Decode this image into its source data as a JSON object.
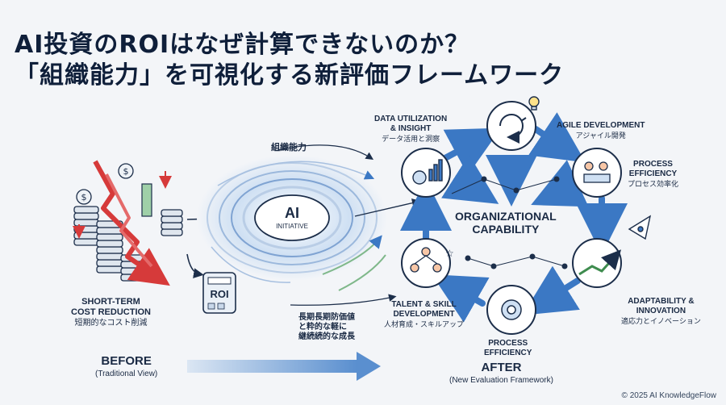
{
  "title": {
    "line1": "AI投資のROIはなぜ計算できないのか？",
    "line2": "「組織能力」を可視化する新評価フレームワーク"
  },
  "left": {
    "cost_reduction_en_1": "SHORT-TERM",
    "cost_reduction_en_2": "COST REDUCTION",
    "cost_reduction_jp": "短期的なコスト削減",
    "roi_label": "ROI",
    "before_label": "BEFORE",
    "before_sub": "(Traditional View)"
  },
  "center": {
    "ai_label": "AI",
    "initiative_label": "INITIATIVE",
    "org_ability_jp": "組織能力",
    "longterm_jp_1": "長期長期防価値",
    "longterm_jp_2": "と粋的な軽に",
    "longterm_jp_3": "継続続的な成長"
  },
  "right": {
    "hub_1": "ORGANIZATIONAL",
    "hub_2": "CAPABILITY",
    "after_label": "AFTER",
    "after_sub": "(New Evaluation Framework)",
    "nodes": {
      "data_en_1": "DATA UTILIZATION",
      "data_en_2": "& INSIGHT",
      "data_jp": "データ活用と洞察",
      "agile_en": "AGILE DEVELOPMENT",
      "agile_jp": "アジャイル開発",
      "proc_top_en_1": "PROCESS",
      "proc_top_en_2": "EFFICIENCY",
      "proc_top_jp": "プロセス効率化",
      "adapt_en_1": "ADAPTABILITY &",
      "adapt_en_2": "INNOVATION",
      "adapt_jp": "適応力とイノベーション",
      "proc_bot_en_1": "PROCESS",
      "proc_bot_en_2": "EFFICIENCY",
      "talent_en_1": "TALENT & SKILL",
      "talent_en_2": "DEVELOPMENT",
      "talent_jp": "人材育成・スキルアップ"
    }
  },
  "footer": {
    "copyright": "© 2025 AI KnowledgeFlow"
  },
  "colors": {
    "navy": "#1c3f73",
    "blue": "#2f6fb8",
    "arrow_blue": "#3b78c4",
    "red": "#d63a3a",
    "green": "#3f8c4f",
    "light": "#e7eef7"
  }
}
